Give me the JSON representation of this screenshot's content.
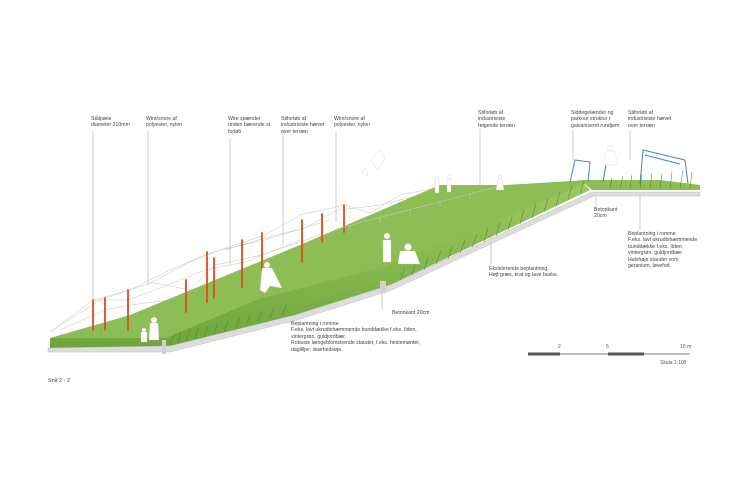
{
  "section_label": "Snit 2 - 2",
  "annotations": {
    "stolpaele": "Stålpæle\ndiameter 210mm",
    "wire_1": "Wire/snore af\npolyester, nylon",
    "wire_spaender": "Wire spænder\nunden bærende st.\nforløb",
    "stiforlob_1": "Stiforløb af\nindustriviste hævet\nover terræn",
    "wire_2": "Wire/snore af\npolyester, nylon",
    "stiforlob_2": "Stiforløb af\nindustriviste\nfølgende terræn",
    "siddegelaender": "Siddegelænder og\nparkour struktur i\ngalvaniseret rundjern",
    "stiforlob_3": "Stiforløb af\nindustriviste hævet\nover terræn",
    "betonkant_top": "Betonkant\n20cm",
    "beplantning_right": "Beplantning i romme\nF.eks. lavt ukrudtshæmmende\nbunddække f.eks. Ilden,\nvintergrøn, guldjordbær.\nHalvhøje stauder som\ngeranium, løvefod.",
    "eksisterende": "Eksisterende beplantning.\nHøjt græs, krat og lave buske.",
    "betonkant_mid": "Betonkant 20cm",
    "beplantning_bottom": "Beplantning i romme\nF.eks. lavt ukrudtshæmmende bunddække f.eks. Ilden,\nvintergrøn, guldjordbær.\nRobuste længeblomstrende stauder, f.eks. hestemønter,\ndaglilljer, skørhedsøje."
  },
  "scale": {
    "ticks": [
      "2",
      "5",
      "10 m"
    ],
    "label": "Skala 1:100"
  },
  "colors": {
    "grass": "#7fb548",
    "grass_light": "#9dc862",
    "pole": "#e04a1e",
    "edge": "#d8d8d8"
  }
}
